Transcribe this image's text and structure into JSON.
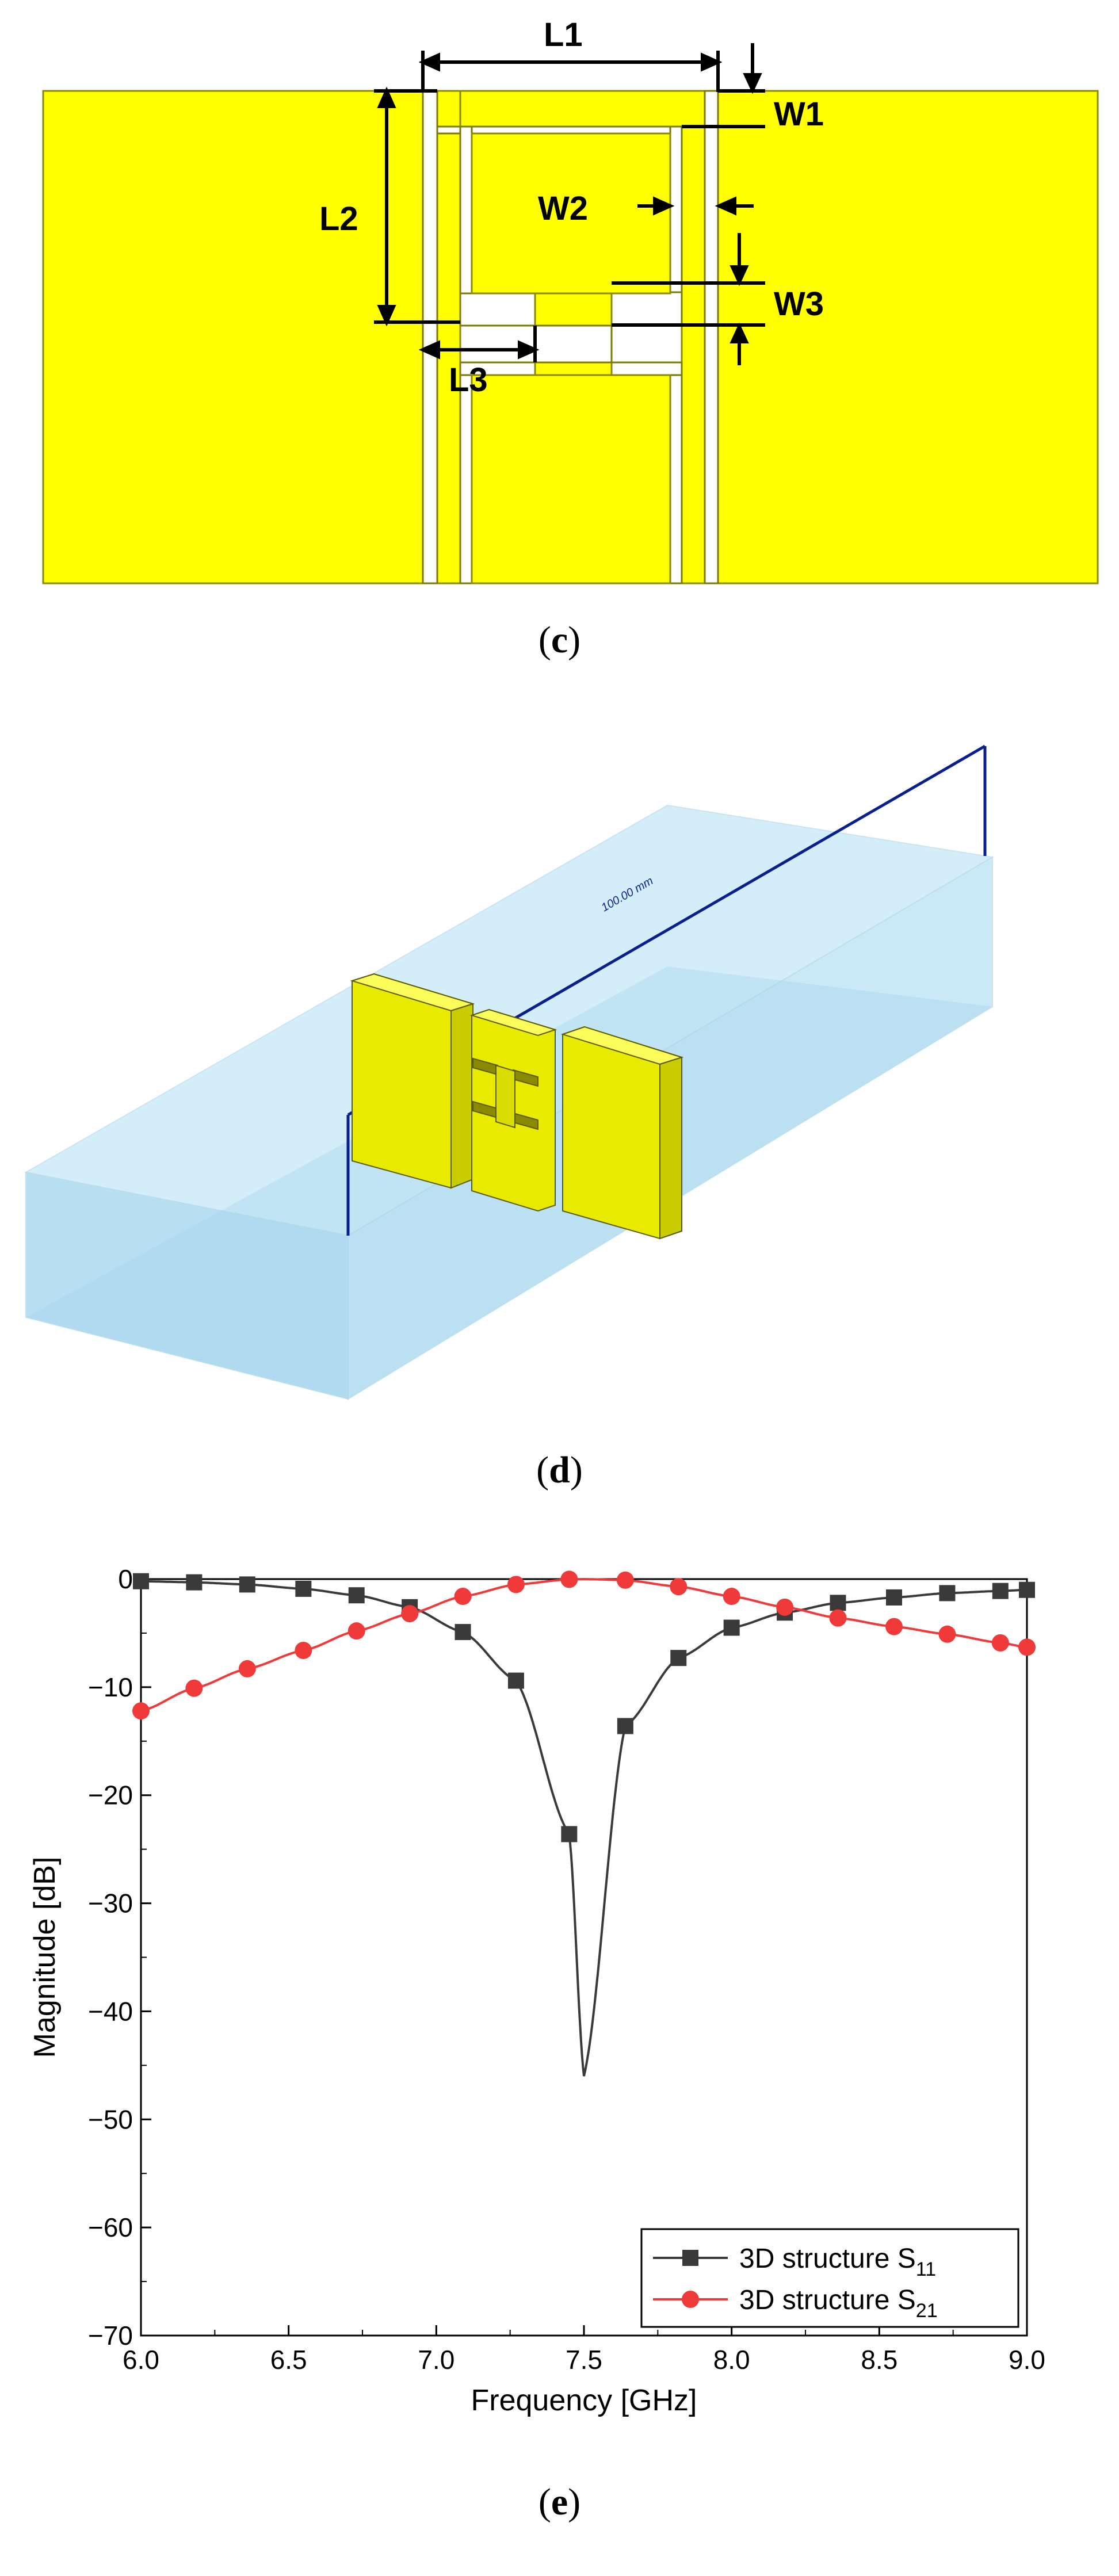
{
  "panel_c": {
    "labels": {
      "L1": "L1",
      "L2": "L2",
      "L3": "L3",
      "W1": "W1",
      "W2": "W2",
      "W3": "W3"
    },
    "caption": {
      "open": "(",
      "letter": "c",
      "close": ")"
    },
    "colors": {
      "metal": "#ffff00",
      "outline": "#8a8a00",
      "substrate": "#ffffff"
    }
  },
  "panel_d": {
    "dimension_label": "100.00 mm",
    "caption": {
      "open": "(",
      "letter": "d",
      "close": ")"
    },
    "colors": {
      "box": "#a8dcf2",
      "metal": "#eef000",
      "dim_line": "#0a1f8f"
    }
  },
  "panel_e": {
    "caption": {
      "open": "(",
      "letter": "e",
      "close": ")"
    }
  },
  "chart_data": {
    "type": "line",
    "title": "",
    "xlabel": "Frequency [GHz]",
    "ylabel": "Magnitude [dB]",
    "xlim": [
      6.0,
      9.0
    ],
    "ylim": [
      -70,
      0
    ],
    "xticks": [
      "6.0",
      "6.5",
      "7.0",
      "7.5",
      "8.0",
      "8.5",
      "9.0"
    ],
    "yticks": [
      "0",
      "-10",
      "-20",
      "-30",
      "-40",
      "-50",
      "-60",
      "-70"
    ],
    "grid": false,
    "legend_position": "bottom-right",
    "series": [
      {
        "name": "3D structure S",
        "subscript": "11",
        "color": "#3a3a3a",
        "marker": "square",
        "x": [
          6.0,
          6.18,
          6.36,
          6.55,
          6.73,
          6.91,
          7.09,
          7.27,
          7.45,
          7.5,
          7.64,
          7.82,
          8.0,
          8.18,
          8.36,
          8.55,
          8.73,
          8.91,
          9.0
        ],
        "y": [
          -0.2,
          -0.3,
          -0.5,
          -0.9,
          -1.5,
          -2.6,
          -4.9,
          -9.4,
          -23.6,
          -46.0,
          -13.6,
          -7.3,
          -4.5,
          -3.1,
          -2.2,
          -1.7,
          -1.3,
          -1.1,
          -1.0
        ]
      },
      {
        "name": "3D structure S",
        "subscript": "21",
        "color": "#f03a3a",
        "marker": "circle",
        "x": [
          6.0,
          6.18,
          6.36,
          6.55,
          6.73,
          6.91,
          7.09,
          7.27,
          7.45,
          7.5,
          7.64,
          7.82,
          8.0,
          8.18,
          8.36,
          8.55,
          8.73,
          8.91,
          9.0
        ],
        "y": [
          -12.2,
          -10.1,
          -8.3,
          -6.6,
          -4.8,
          -3.2,
          -1.6,
          -0.5,
          -0.02,
          0.0,
          -0.1,
          -0.7,
          -1.6,
          -2.6,
          -3.6,
          -4.4,
          -5.1,
          -5.9,
          -6.3
        ]
      }
    ]
  }
}
